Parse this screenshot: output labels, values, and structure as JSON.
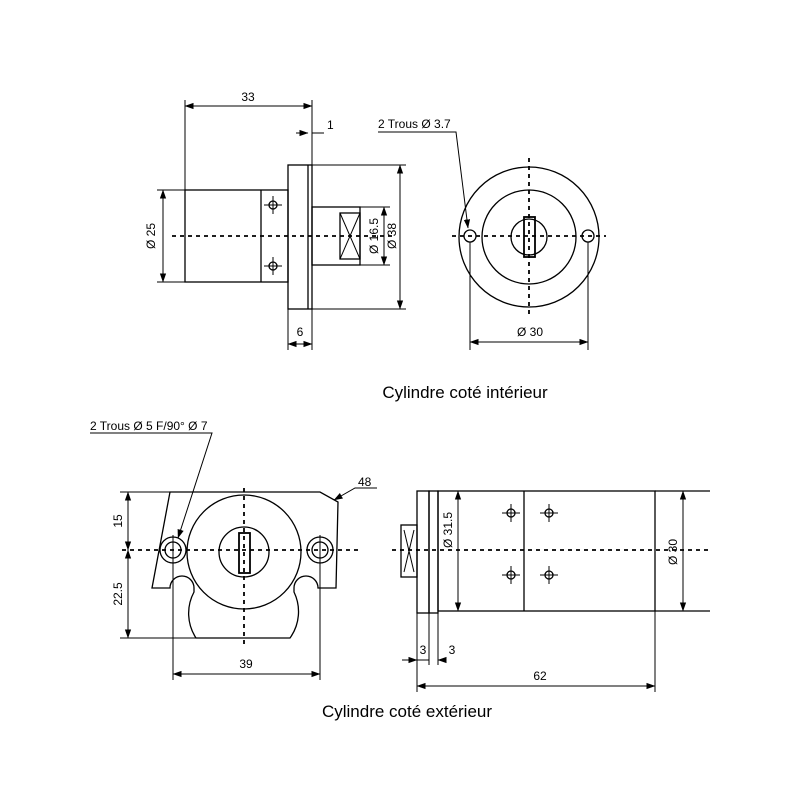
{
  "top_left_view": {
    "dim_overall": "33",
    "dim_flange": "1",
    "dim_body_dia": "Ø 25",
    "dim_sq_dia": "Ø 16.5",
    "dim_flange_dia": "Ø 38",
    "dim_flange_thk": "6"
  },
  "top_right_view": {
    "holes_note": "2 Trous Ø 3.7",
    "dim_dia": "Ø 30"
  },
  "top_caption": "Cylindre coté intérieur",
  "bottom_left_view": {
    "holes_note": "2 Trous Ø 5 F/90° Ø 7",
    "dim_width": "48",
    "dim_upper": "15",
    "dim_lower": "22.5",
    "dim_spacing": "39"
  },
  "bottom_right_view": {
    "dim_dia_small": "Ø 31.5",
    "dim_dia": "Ø 30",
    "dim_flange_a": "3",
    "dim_flange_b": "3",
    "dim_length": "62"
  },
  "bottom_caption": "Cylindre coté extérieur"
}
